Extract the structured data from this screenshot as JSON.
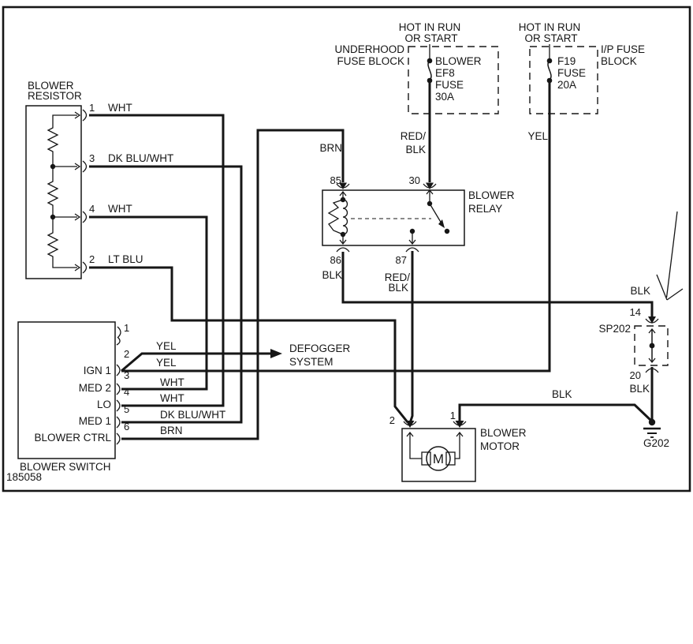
{
  "frame": {
    "id_number": "185058"
  },
  "power_left": {
    "line1": "HOT IN RUN",
    "line2": "OR START"
  },
  "power_right": {
    "line1": "HOT IN RUN",
    "line2": "OR START"
  },
  "underhood_fuse_block": {
    "name1": "UNDERHOOD",
    "name2": "FUSE BLOCK",
    "fuse_line1": "BLOWER",
    "fuse_line2": "EF8",
    "fuse_line3": "FUSE",
    "fuse_line4": "30A"
  },
  "ip_fuse_block": {
    "name1": "I/P FUSE",
    "name2": "BLOCK",
    "fuse_line1": "F19",
    "fuse_line2": "FUSE",
    "fuse_line3": "20A",
    "wire": "YEL"
  },
  "resistor": {
    "name1": "BLOWER",
    "name2": "RESISTOR",
    "pin1": "1",
    "pin3": "3",
    "pin4": "4",
    "pin2": "2",
    "wire1": "WHT",
    "wire3": "DK BLU/WHT",
    "wire4": "WHT",
    "wire2": "LT BLU"
  },
  "relay": {
    "name1": "BLOWER",
    "name2": "RELAY",
    "pin85": "85",
    "pin30": "30",
    "pin86": "86",
    "pin87": "87",
    "wire85": "BRN",
    "wire30_line1": "RED/",
    "wire30_line2": "BLK",
    "wire86": "BLK",
    "wire87_line1": "RED/",
    "wire87_line2": "BLK"
  },
  "switch": {
    "name": "BLOWER SWITCH",
    "pin1": "1",
    "pin2": "2",
    "pin3": "3",
    "pin4": "4",
    "pin5": "5",
    "pin6": "6",
    "label2": "IGN 1",
    "label3": "MED 2",
    "label4": "LO",
    "label5": "MED 1",
    "label6": "BLOWER CTRL",
    "wire2a": "YEL",
    "wire2b": "YEL",
    "wire3": "WHT",
    "wire4": "WHT",
    "wire5": "DK BLU/WHT",
    "wire6": "BRN"
  },
  "defogger": {
    "line1": "DEFOGGER",
    "line2": "SYSTEM"
  },
  "motor": {
    "name1": "BLOWER",
    "name2": "MOTOR",
    "pin2": "2",
    "pin1": "1",
    "wire_pin1": "BLK",
    "symbol": "M"
  },
  "splice": {
    "name": "SP202",
    "pin_top": "14",
    "pin_bottom": "20",
    "wire_top": "BLK",
    "wire_bottom": "BLK"
  },
  "ground": {
    "name": "G202"
  }
}
